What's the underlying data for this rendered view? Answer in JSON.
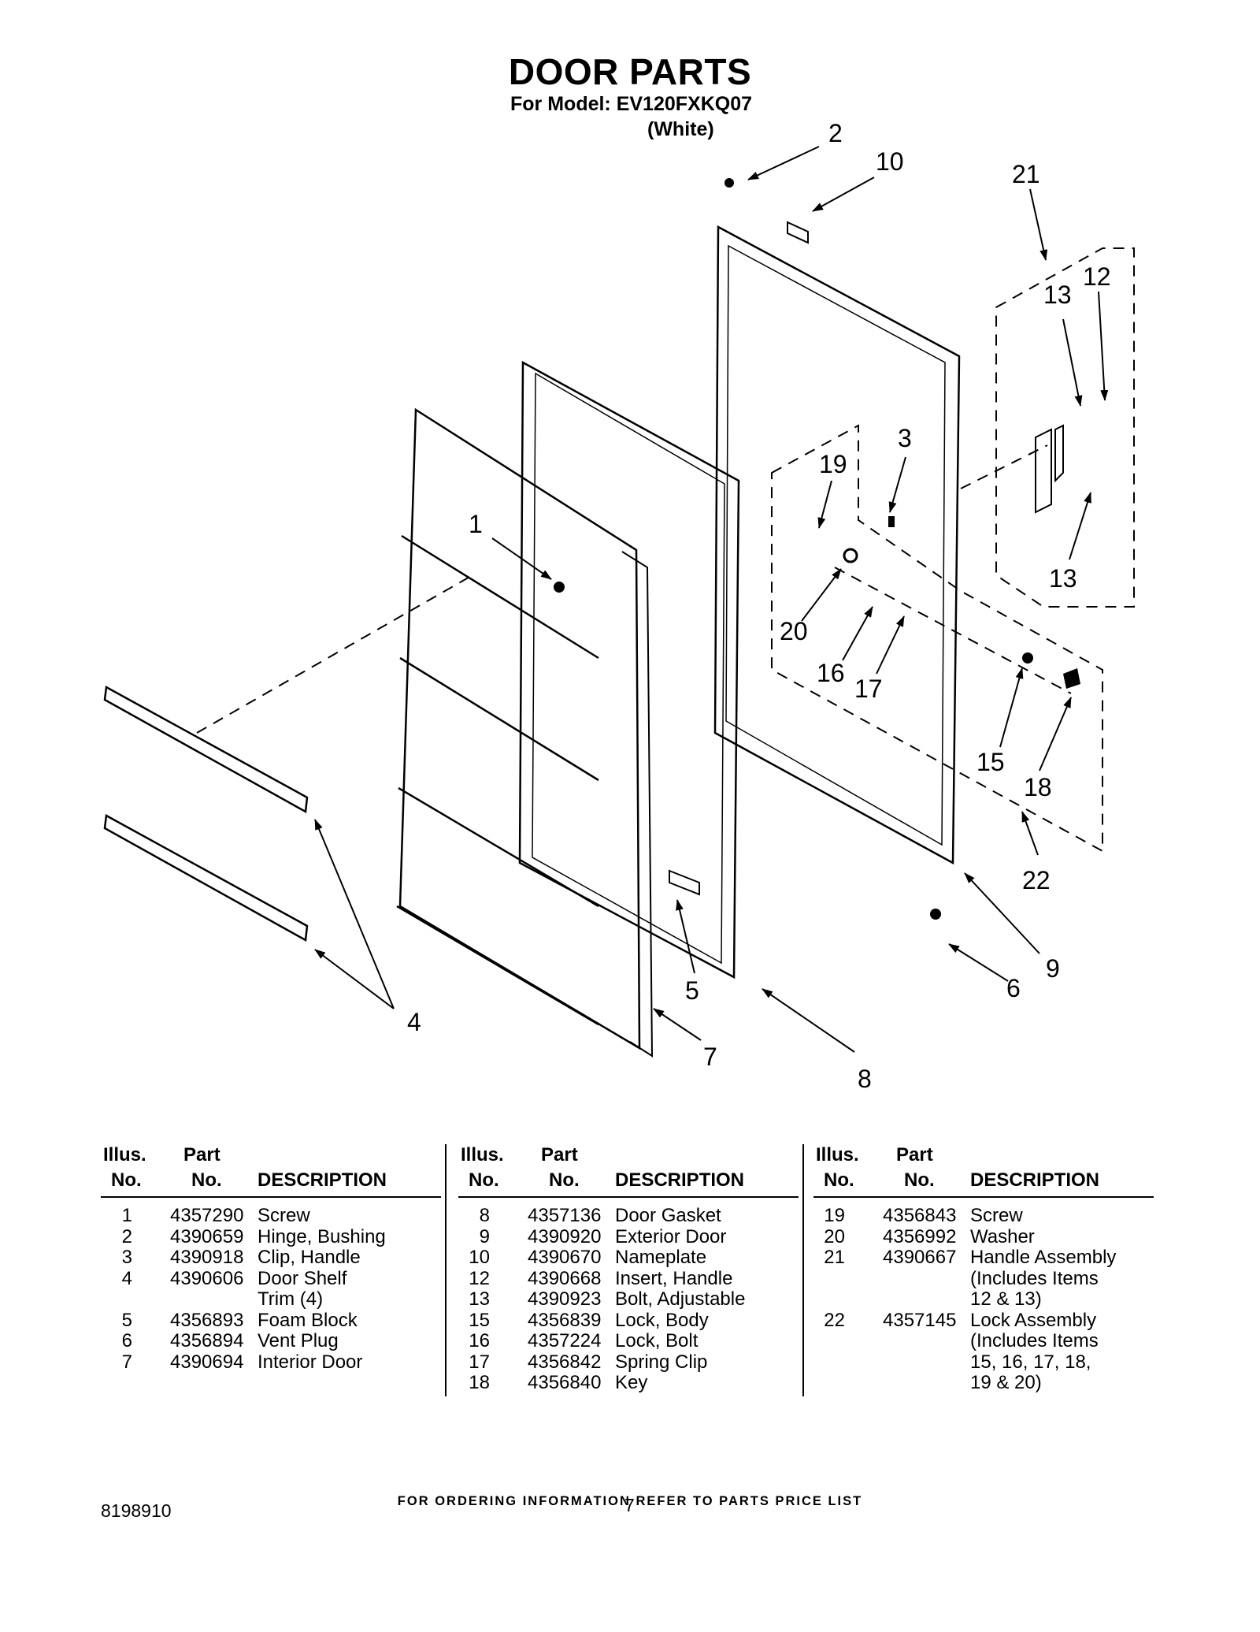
{
  "header": {
    "title": "DOOR PARTS",
    "model": "For Model: EV120FXKQ07",
    "variant": "(White)"
  },
  "callouts": [
    "1",
    "2",
    "3",
    "4",
    "5",
    "6",
    "7",
    "8",
    "9",
    "10",
    "12",
    "13",
    "13",
    "15",
    "16",
    "17",
    "18",
    "19",
    "20",
    "21",
    "22"
  ],
  "table": {
    "headers": {
      "illus_1": "Illus.",
      "illus_2": "No.",
      "part_1": "Part",
      "part_2": "No.",
      "description": "DESCRIPTION"
    },
    "columns": [
      [
        {
          "illus": "1",
          "part": "4357290",
          "desc": "Screw"
        },
        {
          "illus": "2",
          "part": "4390659",
          "desc": "Hinge, Bushing"
        },
        {
          "illus": "3",
          "part": "4390918",
          "desc": "Clip, Handle"
        },
        {
          "illus": "4",
          "part": "4390606",
          "desc": "Door Shelf"
        },
        {
          "illus": "",
          "part": "",
          "desc": "Trim (4)"
        },
        {
          "illus": "5",
          "part": "4356893",
          "desc": "Foam Block"
        },
        {
          "illus": "6",
          "part": "4356894",
          "desc": "Vent Plug"
        },
        {
          "illus": "7",
          "part": "4390694",
          "desc": "Interior Door"
        }
      ],
      [
        {
          "illus": "8",
          "part": "4357136",
          "desc": "Door Gasket"
        },
        {
          "illus": "9",
          "part": "4390920",
          "desc": "Exterior Door"
        },
        {
          "illus": "10",
          "part": "4390670",
          "desc": "Nameplate"
        },
        {
          "illus": "12",
          "part": "4390668",
          "desc": "Insert, Handle"
        },
        {
          "illus": "13",
          "part": "4390923",
          "desc": "Bolt, Adjustable"
        },
        {
          "illus": "15",
          "part": "4356839",
          "desc": "Lock, Body"
        },
        {
          "illus": "16",
          "part": "4357224",
          "desc": "Lock, Bolt"
        },
        {
          "illus": "17",
          "part": "4356842",
          "desc": "Spring Clip"
        },
        {
          "illus": "18",
          "part": "4356840",
          "desc": "Key"
        }
      ],
      [
        {
          "illus": "19",
          "part": "4356843",
          "desc": "Screw"
        },
        {
          "illus": "20",
          "part": "4356992",
          "desc": "Washer"
        },
        {
          "illus": "21",
          "part": "4390667",
          "desc": "Handle Assembly"
        },
        {
          "illus": "",
          "part": "",
          "desc": "(Includes Items"
        },
        {
          "illus": "",
          "part": "",
          "desc": "12 & 13)"
        },
        {
          "illus": "22",
          "part": "4357145",
          "desc": "Lock Assembly"
        },
        {
          "illus": "",
          "part": "",
          "desc": "(Includes Items"
        },
        {
          "illus": "",
          "part": "",
          "desc": "15, 16, 17, 18,"
        },
        {
          "illus": "",
          "part": "",
          "desc": "19 & 20)"
        }
      ]
    ]
  },
  "footer": {
    "ordering_note": "FOR ORDERING INFORMATION REFER TO PARTS PRICE LIST",
    "doc_number": "8198910",
    "page_number": "7"
  }
}
